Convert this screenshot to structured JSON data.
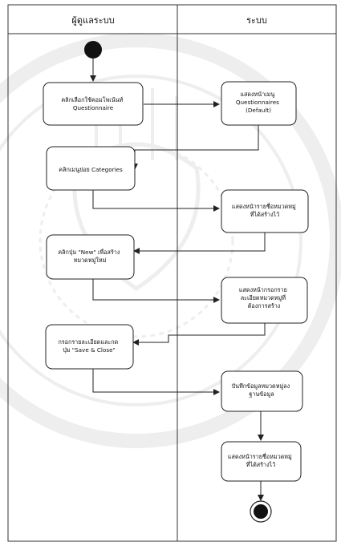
{
  "lanes": {
    "left_title": "ผู้ดูแลระบบ",
    "right_title": "ระบบ"
  },
  "actions_left": [
    {
      "id": "a1",
      "lines": [
        "คลิกเลือกใช้คอมโพเน้นท์",
        "Questionnaire"
      ]
    },
    {
      "id": "a2",
      "lines": [
        "คลิกเมนูย่อย Categories"
      ]
    },
    {
      "id": "a3",
      "lines": [
        "คลิกปุ่ม \"New\" เพื่อสร้าง",
        "หมวดหมู่ใหม่"
      ]
    },
    {
      "id": "a4",
      "lines": [
        "กรอกรายละเอียดและกด",
        "ปุ่ม \"Save & Close\""
      ]
    }
  ],
  "actions_right": [
    {
      "id": "b1",
      "lines": [
        "แสดงหน้าเมนู",
        "Questionnaires",
        "(Default)"
      ]
    },
    {
      "id": "b2",
      "lines": [
        "แสดงหน้ารายชื่อหมวดหมู่",
        "ที่ได้สร้างไว้"
      ]
    },
    {
      "id": "b3",
      "lines": [
        "แสดงหน้ากรอกราย",
        "ละเอียดหมวดหมู่ที่",
        "ต้องการสร้าง"
      ]
    },
    {
      "id": "b4",
      "lines": [
        "บันทึกข้อมูลหมวดหมู่ลง",
        "ฐานข้อมูล"
      ]
    },
    {
      "id": "b5",
      "lines": [
        "แสดงหน้ารายชื่อหมวดหมู่",
        "ที่ได้สร้างไว้"
      ]
    }
  ],
  "colors": {
    "line": "#222222",
    "box_fill": "#ffffff",
    "start_node": "#111111",
    "watermark": "#8a8a8a"
  },
  "icons": {
    "start": "initial-node-icon",
    "end": "final-node-icon",
    "watermark": "university-seal-watermark"
  }
}
